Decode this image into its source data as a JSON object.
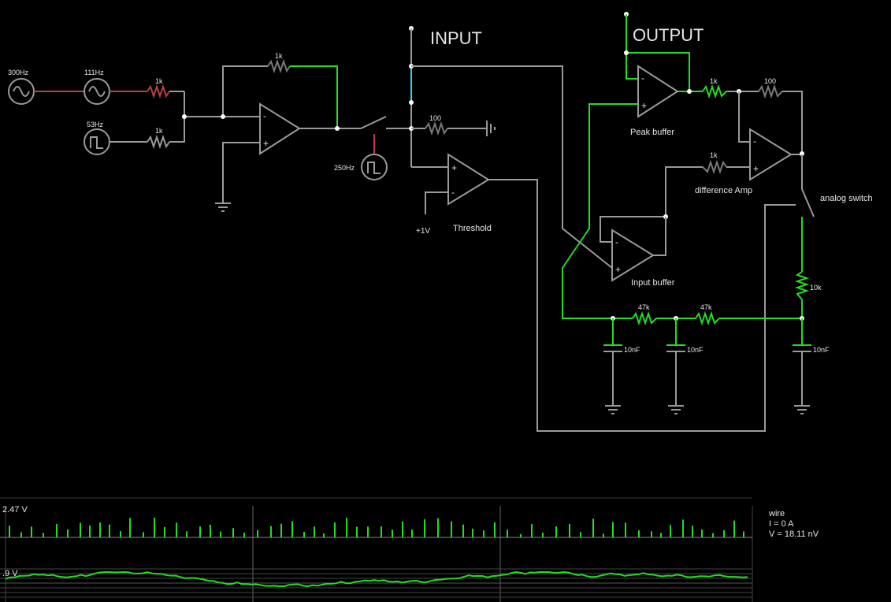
{
  "labels": {
    "input": "INPUT",
    "output": "OUTPUT",
    "peak_buffer": "Peak buffer",
    "difference_amp": "difference Amp",
    "analog_switch": "analog switch",
    "threshold": "Threshold",
    "input_buffer": "Input buffer",
    "plus_1v": "+1V"
  },
  "sources": {
    "src1": "300Hz",
    "src2": "111Hz",
    "src3": "53Hz",
    "src4": "250Hz"
  },
  "components": {
    "r_mix1": "1k",
    "r_mix2": "1k",
    "r_feedback": "1k",
    "r_in": "100",
    "r_peak_out": "1k",
    "r_diff_fb": "100",
    "r_diff_in": "1k",
    "r_switch": "10k",
    "r_rc1": "47k",
    "r_rc2": "47k",
    "c1": "10nF",
    "c2": "10nF",
    "c3": "10nF"
  },
  "scope": {
    "trace1_label": "2.47 V",
    "trace2_label": ".9 V"
  },
  "info": {
    "name": "wire",
    "current": "I = 0 A",
    "voltage": "V = 18.11 nV"
  },
  "colors": {
    "background": "#000000",
    "wire": "#9a9a9a",
    "active": "#22dd22",
    "negative": "#b84040",
    "selected": "#33ccee"
  }
}
